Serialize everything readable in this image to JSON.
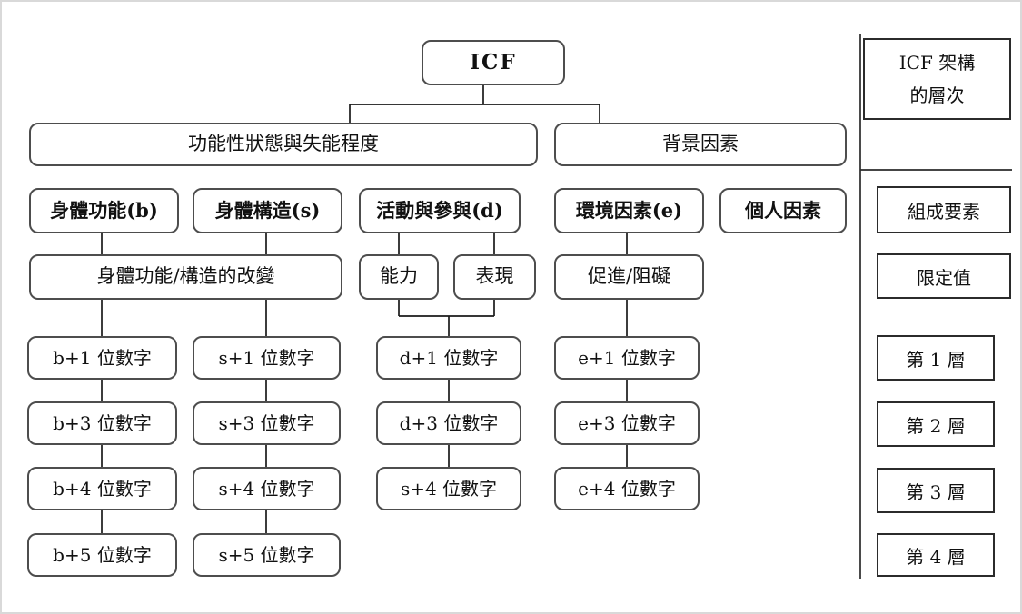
{
  "root_label": "ICF",
  "branches": {
    "functioning": "功能性狀態與失能程度",
    "contextual": "背景因素"
  },
  "components": {
    "body_function": "身體功能(b)",
    "body_structure": "身體構造(s)",
    "activity_participation": "活動與參與(d)",
    "environmental": "環境因素(e)",
    "personal": "個人因素"
  },
  "qualifiers": {
    "bs_change": "身體功能/構造的改變",
    "capacity": "能力",
    "performance": "表現",
    "facilitator_barrier": "促進/阻礙"
  },
  "levels": {
    "level1": [
      "b+1 位數字",
      "s+1 位數字",
      "d+1 位數字",
      "e+1 位數字"
    ],
    "level2": [
      "b+3 位數字",
      "s+3 位數字",
      "d+3 位數字",
      "e+3 位數字"
    ],
    "level3": [
      "b+4 位數字",
      "s+4 位數字",
      "s+4 位數字",
      "e+4 位數字"
    ],
    "level4": [
      "b+5 位數字",
      "s+5 位數字"
    ]
  },
  "legend": {
    "title_line1": "ICF 架構",
    "title_line2": "的層次",
    "components_label": "組成要素",
    "qualifier_label": "限定值",
    "levels": [
      "第 1 層",
      "第 2 層",
      "第 3 層",
      "第 4 層"
    ]
  },
  "colors": {
    "box_border": "#4d4d4d",
    "legend_border": "#2b2b2b",
    "connector": "#1a1a1a",
    "frame": "#d9d9d9",
    "background": "#ffffff"
  }
}
